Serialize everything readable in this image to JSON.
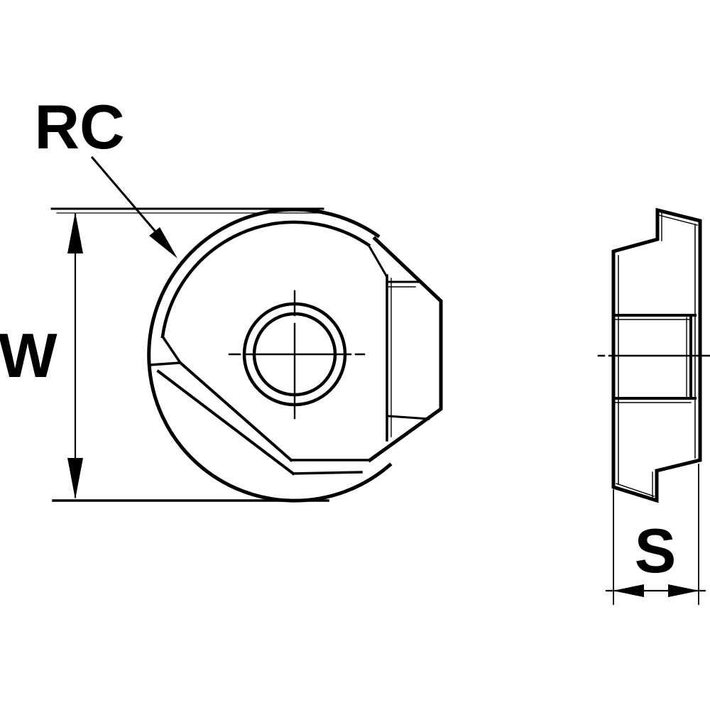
{
  "figure": {
    "type": "technical-drawing",
    "background_color": "#ffffff",
    "line_color": "#000000",
    "views": {
      "front_view": "insert-front-view",
      "side_view": "insert-side-view"
    },
    "labels": {
      "corner_radius": "RC",
      "insert_width": "W",
      "insert_thickness": "S"
    }
  }
}
